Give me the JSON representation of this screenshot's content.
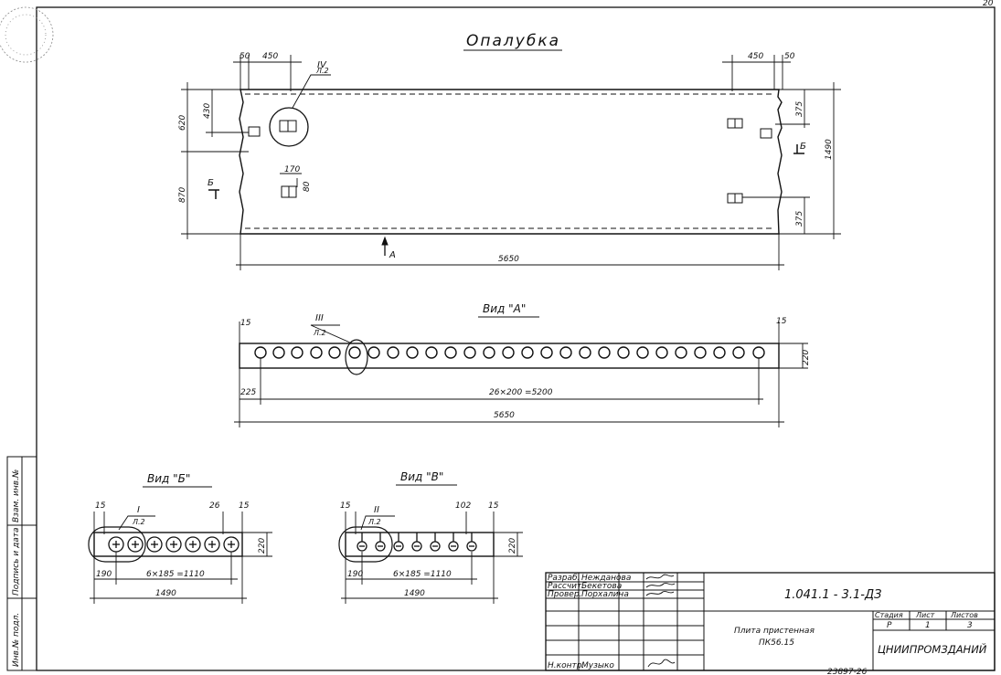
{
  "sheet": {
    "page_number": "20"
  },
  "views": {
    "formwork_title": "Опалубка",
    "view_a_title": "Вид \"A\"",
    "view_b_title": "Вид \"Б\"",
    "view_v_title": "Вид \"В\""
  },
  "plan": {
    "dims": {
      "top_left_50": "50",
      "top_left_450": "450",
      "top_right_450": "450",
      "top_right_50": "50",
      "left_620": "620",
      "left_430": "430",
      "left_870": "870",
      "right_375_top": "375",
      "right_375_bottom": "375",
      "right_1490": "1490",
      "insert_170": "170",
      "insert_80": "80",
      "length_5650": "5650"
    },
    "callout_iv": {
      "numeral": "IV",
      "sheet": "Л.2"
    },
    "section_b_label": "Б",
    "section_v_label": "Б",
    "arrow_a_label": "А"
  },
  "view_a": {
    "dims": {
      "left_15": "15",
      "right_15": "15",
      "height_220": "220",
      "left_225": "225",
      "pitch": "26×200 =5200",
      "total": "5650"
    },
    "callout_iii": {
      "numeral": "III",
      "sheet": "Л.2"
    }
  },
  "view_b": {
    "dims": {
      "d15a": "15",
      "d26": "26",
      "d15b": "15",
      "h220": "220",
      "d190": "190",
      "pitch": "6×185 =1110",
      "total": "1490"
    },
    "callout_i": {
      "numeral": "I",
      "sheet": "Л.2"
    }
  },
  "view_v": {
    "dims": {
      "d15a": "15",
      "d102": "102",
      "d15b": "15",
      "h220": "220",
      "d190": "190",
      "pitch": "6×185 =1110",
      "total": "1490"
    },
    "callout_ii": {
      "numeral": "II",
      "sheet": "Л.2"
    }
  },
  "title_block": {
    "roles": [
      "Разраб.",
      "Рассчит.",
      "Провер.",
      "",
      "",
      "Н.контр."
    ],
    "names": [
      "Нежданова",
      "Бекетова",
      "Порхалина",
      "",
      "",
      "Музыко"
    ],
    "designation": "1.041.1 - 3.1-ДЗ",
    "product_line1": "Плита пристенная",
    "product_line2": "ПК56.15",
    "stage_label": "Стадия",
    "sheet_label": "Лист",
    "sheets_label": "Листов",
    "stage_value": "Р",
    "sheet_value": "1",
    "sheets_value": "3",
    "organization": "ЦНИИПРОМЗДАНИЙ",
    "bottom_number": "23897-26"
  },
  "margin_stamp": {
    "cells": [
      "Инв.№ подл.",
      "Подпись и дата",
      "Взам. инв.№"
    ]
  }
}
